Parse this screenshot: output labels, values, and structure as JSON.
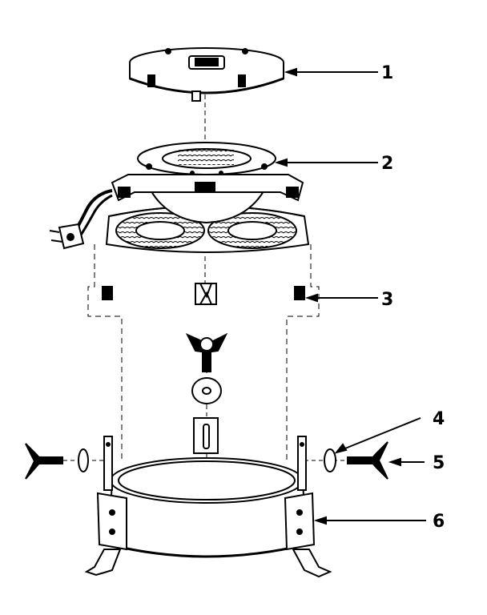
{
  "diagram": {
    "callouts": [
      {
        "id": "1",
        "label": "1"
      },
      {
        "id": "2",
        "label": "2"
      },
      {
        "id": "3",
        "label": "3"
      },
      {
        "id": "4",
        "label": "4"
      },
      {
        "id": "5",
        "label": "5"
      },
      {
        "id": "6",
        "label": "6"
      }
    ]
  },
  "colors": {
    "ink": "#000000",
    "paper": "#ffffff"
  }
}
